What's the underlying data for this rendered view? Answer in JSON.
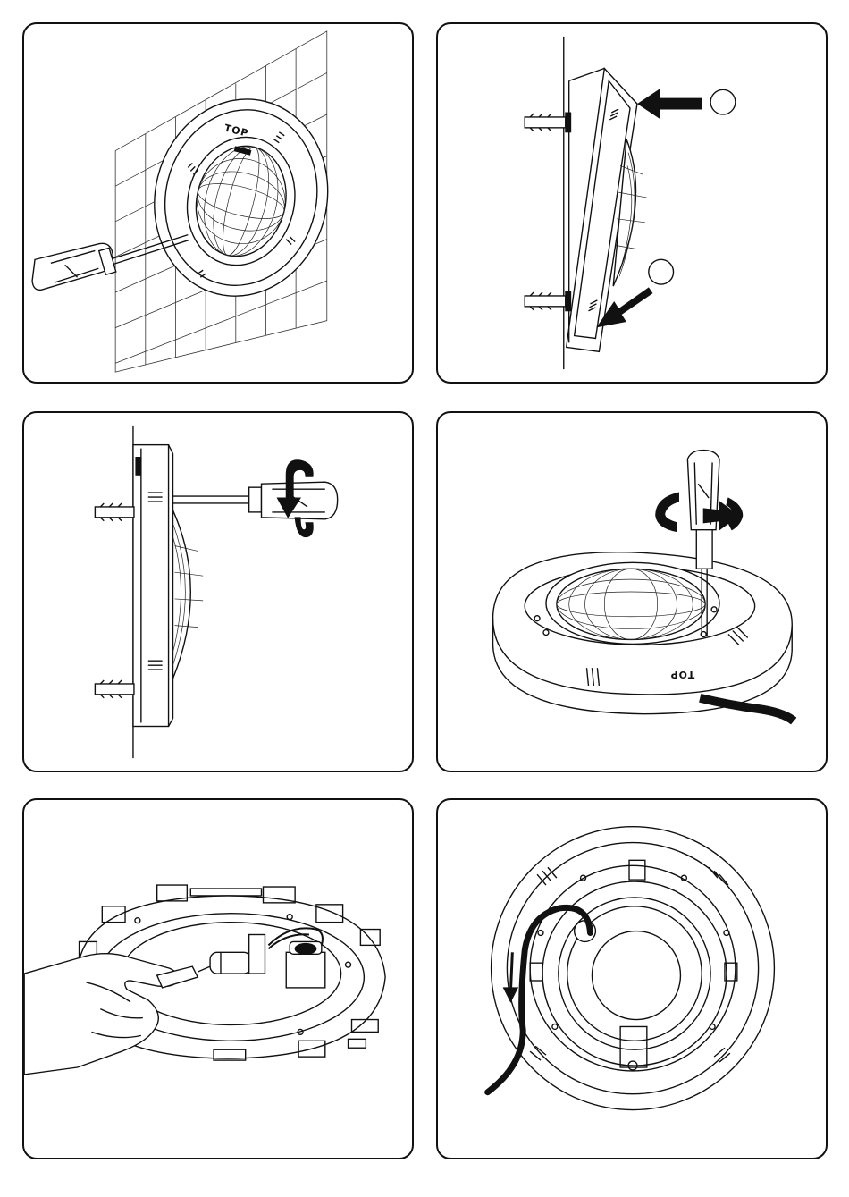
{
  "panels": [
    {
      "id": "step-1",
      "top_label": "TOP"
    },
    {
      "id": "step-2",
      "markers": [
        "",
        ""
      ]
    },
    {
      "id": "step-3"
    },
    {
      "id": "step-4",
      "top_label": "TOP"
    },
    {
      "id": "step-5"
    },
    {
      "id": "step-6"
    }
  ],
  "icons": [
    "screwdriver-icon",
    "arrow-icon",
    "rotate-arrow-icon",
    "tile-wall-icon",
    "lamp-icon",
    "cable-icon",
    "hand-icon"
  ]
}
